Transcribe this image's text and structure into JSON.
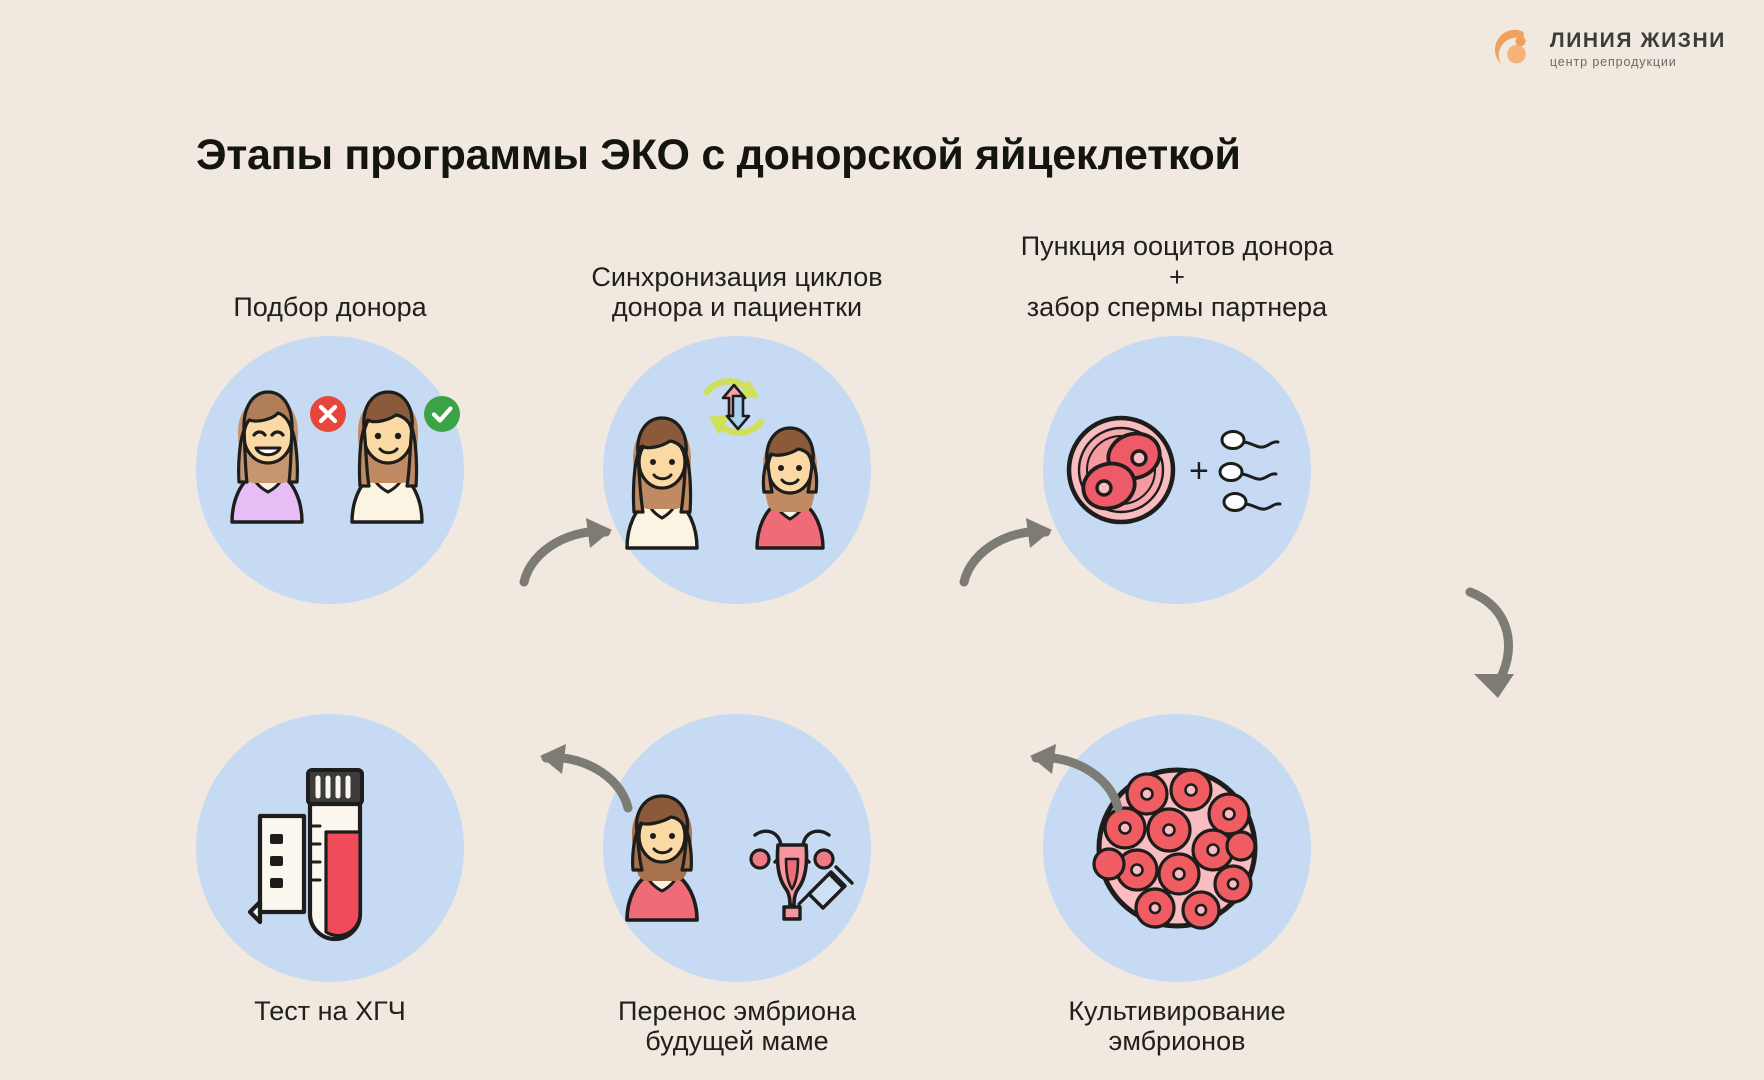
{
  "brand": {
    "logo_icon": "life-line-logo-icon",
    "title": "ЛИНИЯ ЖИЗНИ",
    "subtitle": "центр репродукции",
    "accent_color": "#f0a460"
  },
  "page": {
    "title": "Этапы программы ЭКО с донорской яйцеклеткой",
    "background_color": "#f1e8df",
    "circle_color": "#c6daf4",
    "arrow_color": "#7c7c74",
    "text_color": "#15150f"
  },
  "steps": [
    {
      "index": 1,
      "label": "Подбор донора",
      "label_position": "above",
      "illustration": "two-women-donor-selection",
      "badges": [
        {
          "name": "reject-badge",
          "glyph": "✕",
          "color": "#e8453c"
        },
        {
          "name": "accept-badge",
          "glyph": "✓",
          "color": "#3aa346"
        }
      ]
    },
    {
      "index": 2,
      "label": "Синхронизация циклов\nдонора и пациентки",
      "label_position": "above",
      "illustration": "cycle-synchronization",
      "badges": []
    },
    {
      "index": 3,
      "label": "Пункция ооцитов донора\n+\nзабор спермы партнера",
      "label_position": "above",
      "illustration": "oocyte-and-sperm",
      "badges": []
    },
    {
      "index": 4,
      "label": "Культивирование\nэмбрионов",
      "label_position": "below",
      "illustration": "embryo-culture-morula",
      "badges": []
    },
    {
      "index": 5,
      "label": "Перенос эмбриона\nбудущей маме",
      "label_position": "below",
      "illustration": "embryo-transfer",
      "badges": []
    },
    {
      "index": 6,
      "label": "Тест на ХГЧ",
      "label_position": "below",
      "illustration": "hcg-blood-test",
      "badges": []
    }
  ],
  "arrows": [
    {
      "name": "arrow-step1-to-step2",
      "direction": "right"
    },
    {
      "name": "arrow-step2-to-step3",
      "direction": "right"
    },
    {
      "name": "arrow-step3-to-step4",
      "direction": "down"
    },
    {
      "name": "arrow-step4-to-step5",
      "direction": "left"
    },
    {
      "name": "arrow-step5-to-step6",
      "direction": "left"
    }
  ]
}
